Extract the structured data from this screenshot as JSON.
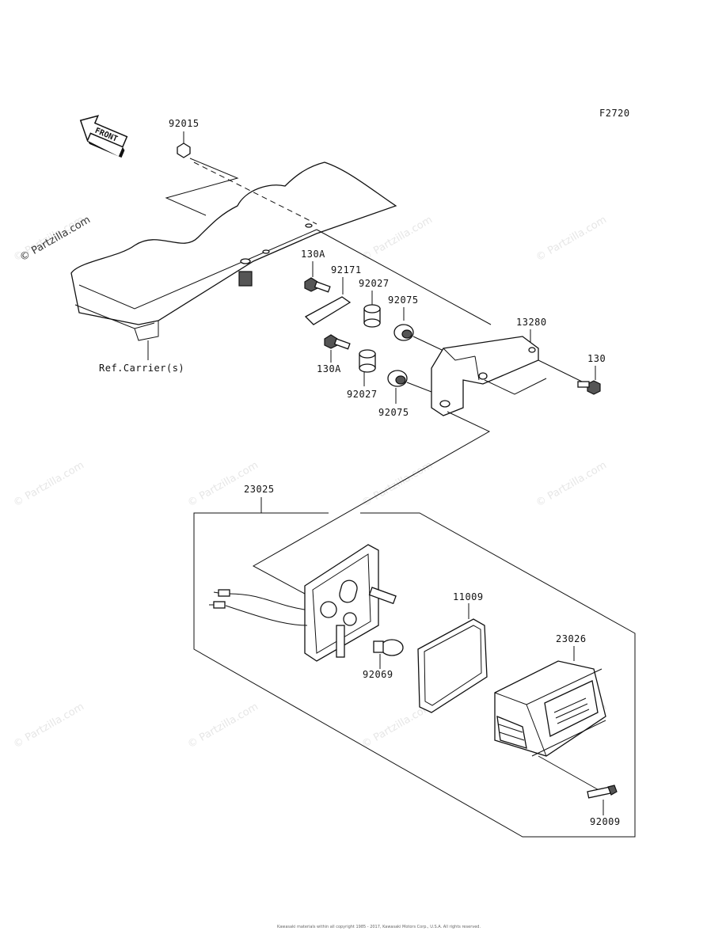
{
  "figure_code": "F2720",
  "front_label": "FRONT",
  "ref_label": "Ref.Carrier(s)",
  "parts": {
    "nut_92015": "92015",
    "bolt_130A_top": "130A",
    "plate_92171": "92171",
    "collar_92027_top": "92027",
    "grommet_92075_top": "92075",
    "bracket_13280": "13280",
    "bolt_130": "130",
    "bolt_130A_bottom": "130A",
    "collar_92027_bottom": "92027",
    "grommet_92075_bottom": "92075",
    "lamp_assy_23025": "23025",
    "gasket_11009": "11009",
    "bulb_92069": "92069",
    "lens_23026": "23026",
    "screw_92009": "92009"
  },
  "watermark": "© Partzilla.com",
  "copyright": "Kawasaki materials within all copyright 1985 - 2017, Kawasaki Motors Corp., U.S.A. All rights reserved."
}
